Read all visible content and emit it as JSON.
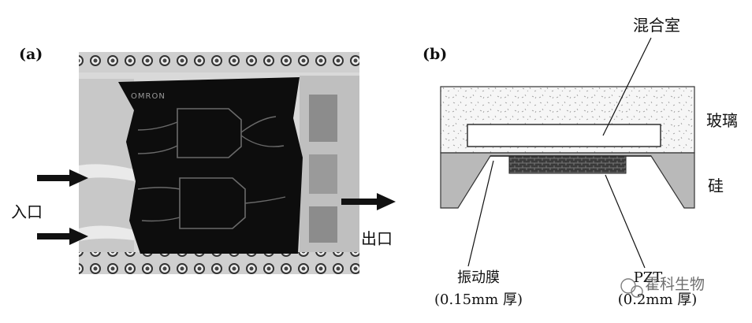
{
  "panel_a": {
    "label": "(a)",
    "inlet": "入口",
    "outlet": "出口",
    "chip_brand": "OMRON"
  },
  "panel_b": {
    "label": "(b)",
    "mixing_chamber": "混合室",
    "glass": "玻璃",
    "silicon": "硅",
    "membrane": "振动膜",
    "membrane_thickness": "(0.15mm 厚)",
    "pzt": "PZT",
    "pzt_thickness": "(0.2mm 厚)"
  },
  "watermark": "霍科生物",
  "colors": {
    "chip_body": "#0d0d0d",
    "glass_fill": "#f4f4f4",
    "silicon_fill": "#b9b9b9",
    "pzt_fill": "#2a2a2a",
    "arrow": "#111111"
  }
}
